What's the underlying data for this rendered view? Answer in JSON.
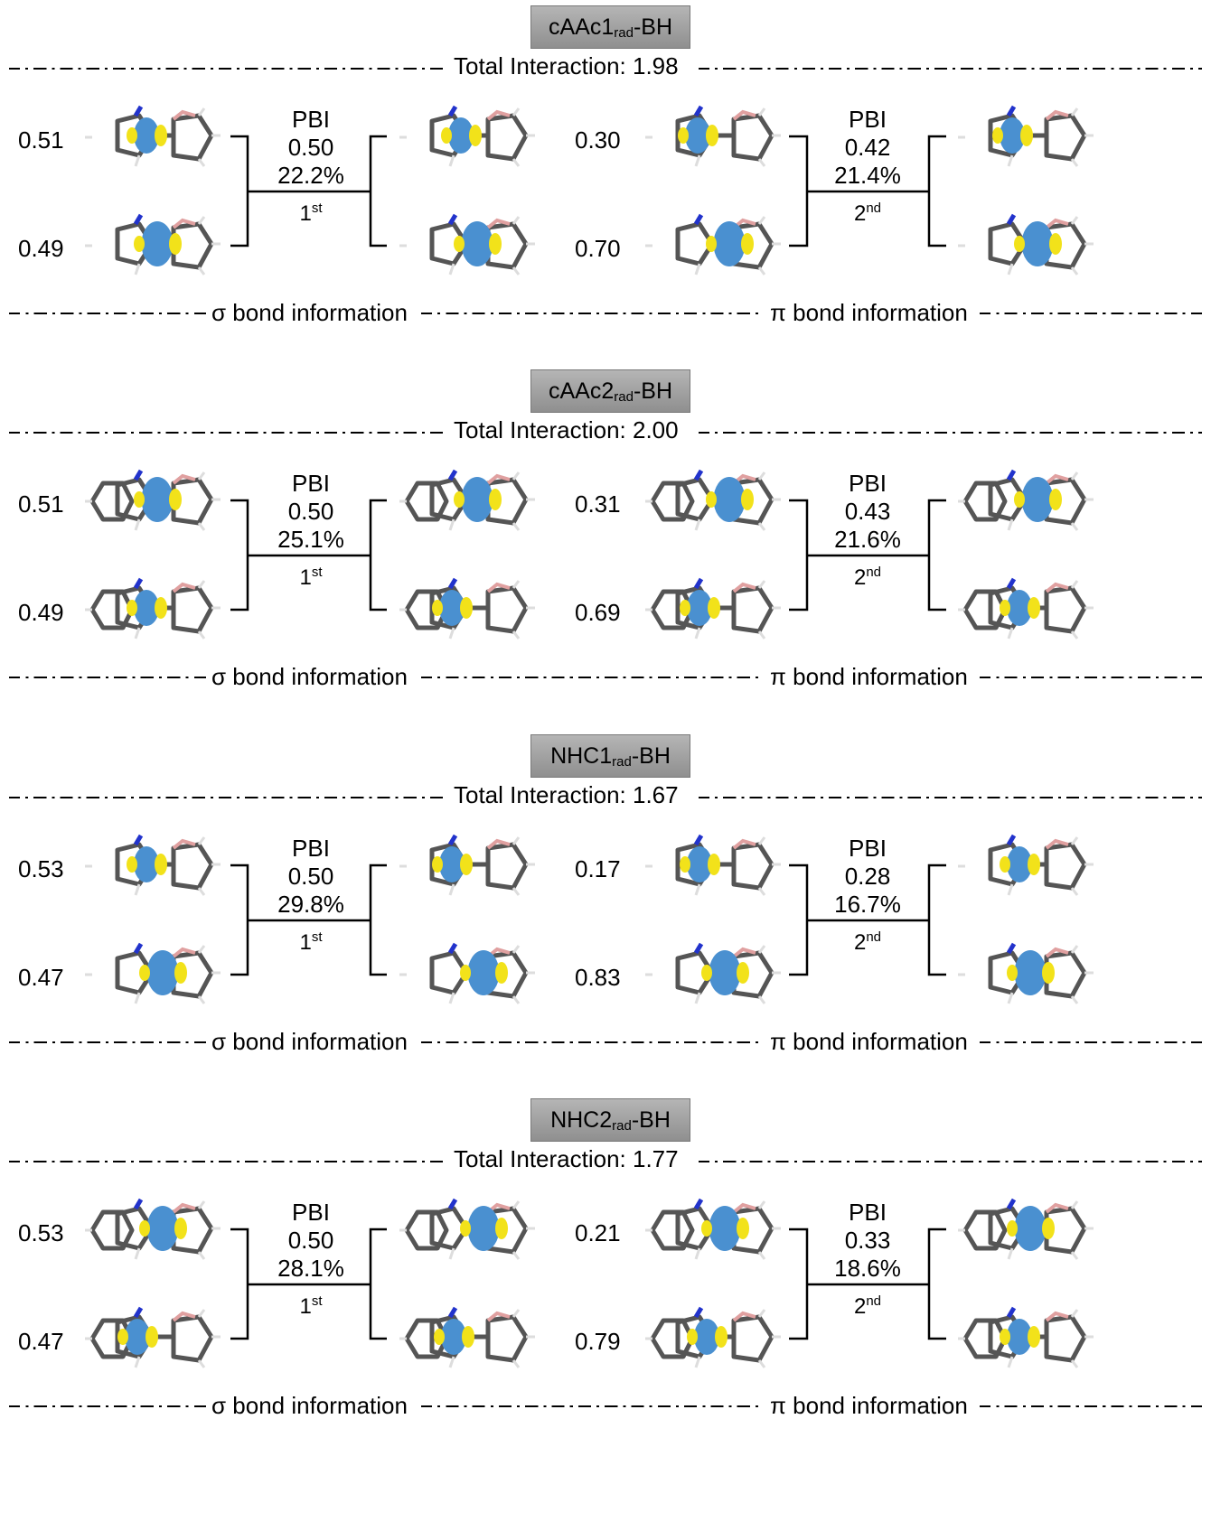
{
  "panels": [
    {
      "title_main": "cAAc1",
      "title_sub": "rad",
      "title_suffix": "-BH",
      "total_label": "Total Interaction: 1.98",
      "sigma": {
        "top_coef": "0.51",
        "bottom_coef": "0.49",
        "pbi_label": "PBI",
        "pbi": "0.50",
        "percent": "22.2%",
        "order": "1",
        "order_sup": "st",
        "caption": "σ bond information"
      },
      "pi": {
        "top_coef": "0.30",
        "bottom_coef": "0.70",
        "pbi_label": "PBI",
        "pbi": "0.42",
        "percent": "21.4%",
        "order": "2",
        "order_sup": "nd",
        "caption": "π bond information"
      }
    },
    {
      "title_main": "cAAc2",
      "title_sub": "rad",
      "title_suffix": "-BH",
      "total_label": "Total Interaction: 2.00",
      "sigma": {
        "top_coef": "0.51",
        "bottom_coef": "0.49",
        "pbi_label": "PBI",
        "pbi": "0.50",
        "percent": "25.1%",
        "order": "1",
        "order_sup": "st",
        "caption": "σ bond information"
      },
      "pi": {
        "top_coef": "0.31",
        "bottom_coef": "0.69",
        "pbi_label": "PBI",
        "pbi": "0.43",
        "percent": "21.6%",
        "order": "2",
        "order_sup": "nd",
        "caption": "π bond information"
      }
    },
    {
      "title_main": "NHC1",
      "title_sub": "rad",
      "title_suffix": "-BH",
      "total_label": "Total Interaction: 1.67",
      "sigma": {
        "top_coef": "0.53",
        "bottom_coef": "0.47",
        "pbi_label": "PBI",
        "pbi": "0.50",
        "percent": "29.8%",
        "order": "1",
        "order_sup": "st",
        "caption": "σ bond information"
      },
      "pi": {
        "top_coef": "0.17",
        "bottom_coef": "0.83",
        "pbi_label": "PBI",
        "pbi": "0.28",
        "percent": "16.7%",
        "order": "2",
        "order_sup": "nd",
        "caption": "π bond information"
      }
    },
    {
      "title_main": "NHC2",
      "title_sub": "rad",
      "title_suffix": "-BH",
      "total_label": "Total Interaction: 1.77",
      "sigma": {
        "top_coef": "0.53",
        "bottom_coef": "0.47",
        "pbi_label": "PBI",
        "pbi": "0.50",
        "percent": "28.1%",
        "order": "1",
        "order_sup": "st",
        "caption": "σ bond information"
      },
      "pi": {
        "top_coef": "0.21",
        "bottom_coef": "0.79",
        "pbi_label": "PBI",
        "pbi": "0.33",
        "percent": "18.6%",
        "order": "2",
        "order_sup": "nd",
        "caption": "π bond information"
      }
    }
  ],
  "colors": {
    "lobe_blue": "#4a90d0",
    "lobe_yellow": "#f2e21a",
    "bond_gray": "#555555",
    "nitrogen": "#2233cc",
    "boron": "#e0a0a0"
  }
}
